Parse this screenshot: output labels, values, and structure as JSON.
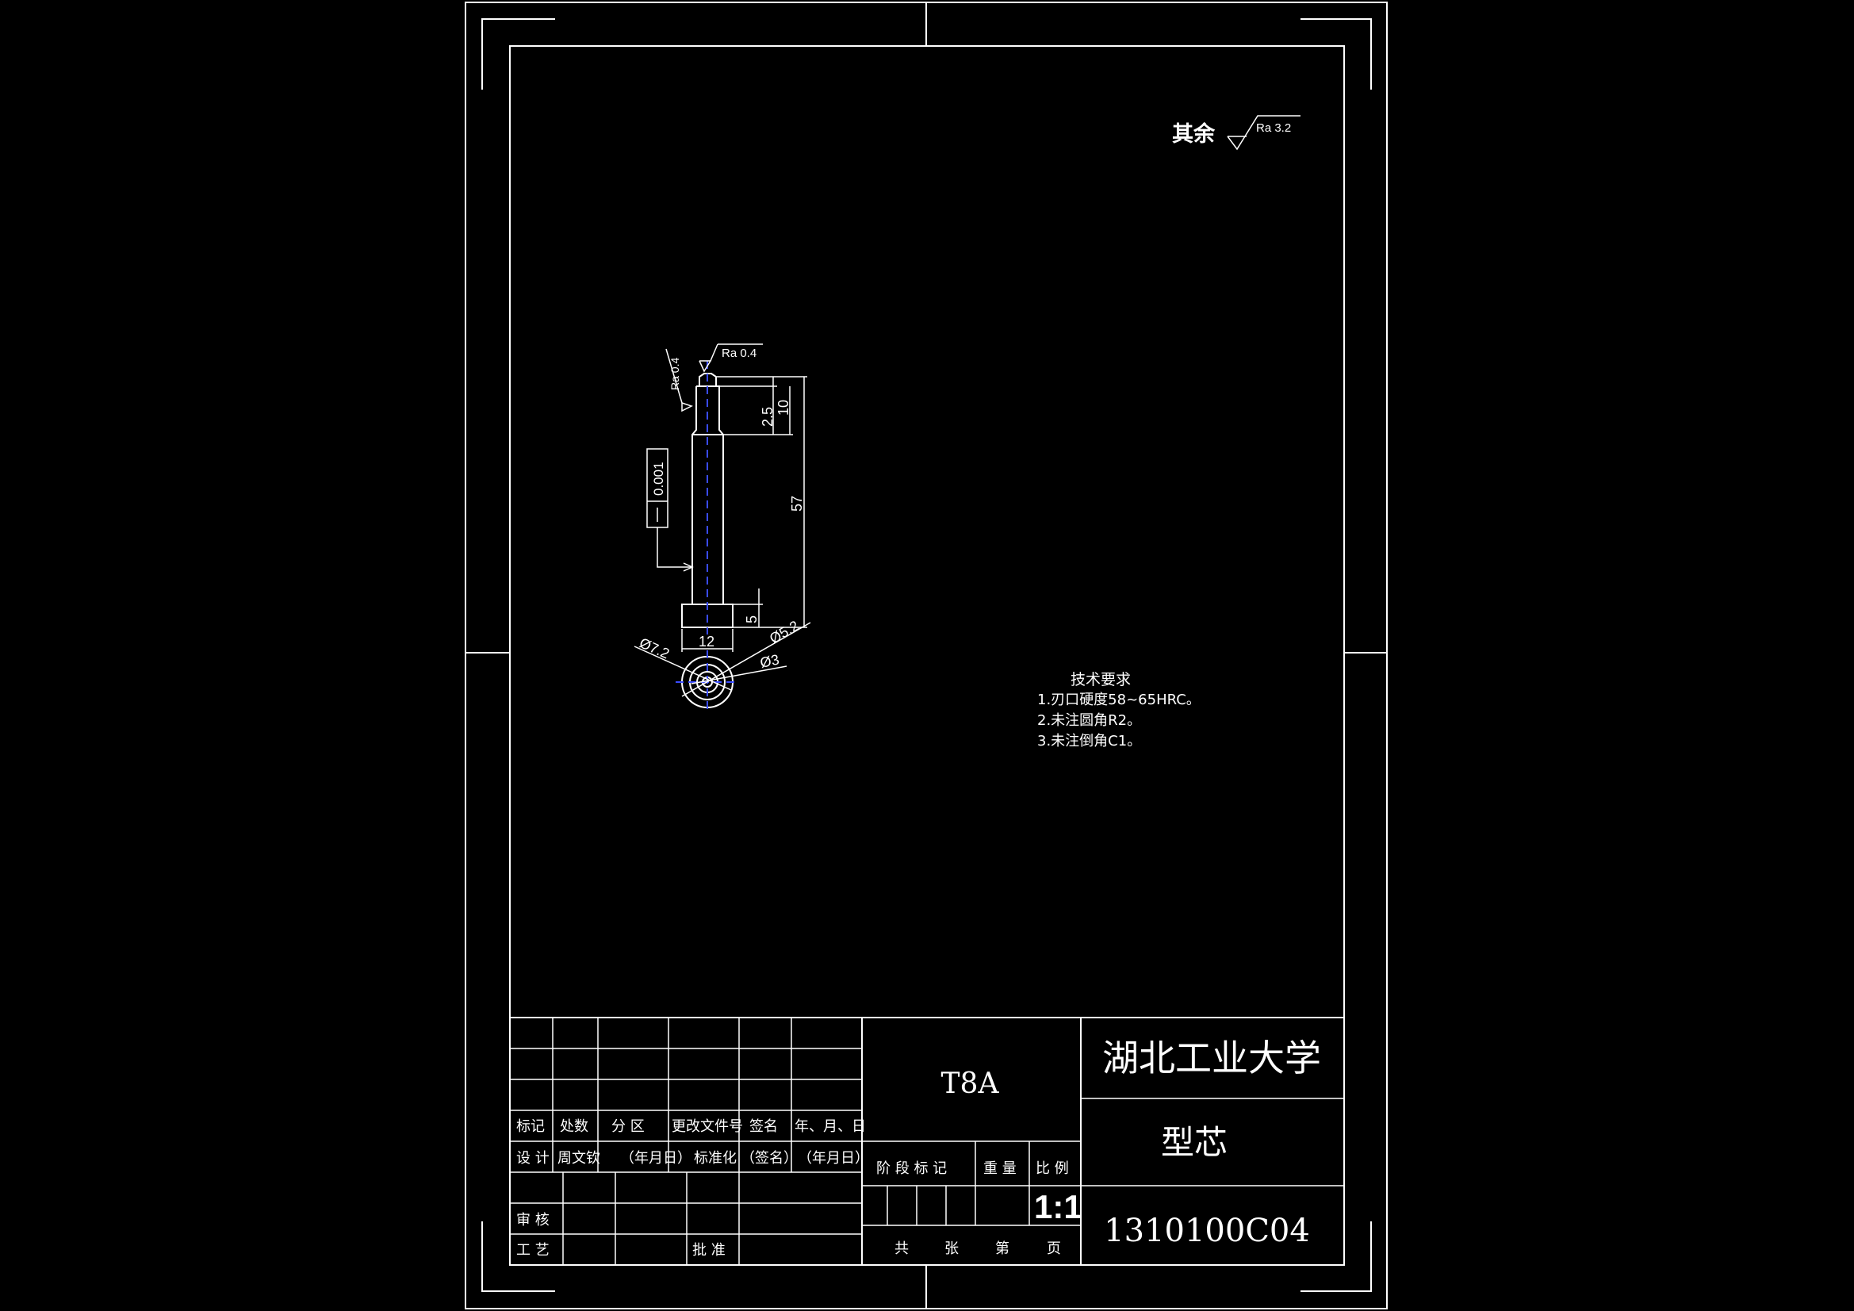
{
  "colors": {
    "background": "#000000",
    "lines": "#ffffff",
    "centerline": "#3a4cff"
  },
  "surface_note": {
    "prefix": "其余",
    "symbol_text": "Ra 3.2"
  },
  "drawing": {
    "ra_top": "Ra 0.4",
    "ra_side": "Ra 0.4",
    "dim_2_5": "2.5",
    "dim_10": "10",
    "dim_57": "57",
    "dim_5": "5",
    "dim_12": "12",
    "dim_d72": "Ø7.2",
    "dim_d52": "Ø5.2",
    "dim_d3": "Ø3",
    "tolerance_value": "0.001"
  },
  "tech_requirements": {
    "title": "技术要求",
    "items": [
      "1.刃口硬度58~65HRC。",
      "2.未注圆角R2。",
      "3.未注倒角C1。"
    ]
  },
  "title_block": {
    "material": "T8A",
    "school": "湖北工业大学",
    "part_name": "型芯",
    "drawing_no": "1310100C04",
    "scale": "1:1",
    "header_row": [
      "标记",
      "处数",
      "分 区",
      "更改文件号",
      "签名",
      "年、月、日"
    ],
    "design_row": [
      "设 计",
      "周文钦",
      "（年月日）",
      "标准化",
      "（签名）",
      "（年月日）"
    ],
    "review_label": "审 核",
    "process_label": "工 艺",
    "approve_label": "批 准",
    "stage_labels": [
      "阶 段 标 记",
      "重 量",
      "比 例"
    ],
    "sheet_labels": [
      "共",
      "张",
      "第",
      "页"
    ]
  }
}
